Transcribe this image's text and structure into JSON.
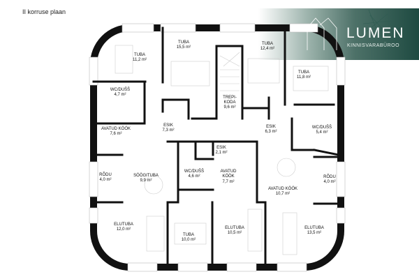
{
  "title": "II korruse plaan",
  "logo": {
    "name": "LUMEN",
    "subtitle": "KINNISVARABÜROO"
  },
  "colors": {
    "banner": "#1e4a41",
    "walls": "#111111"
  },
  "rooms": [
    {
      "name": "TUBA",
      "area": "11,2 m²"
    },
    {
      "name": "TUBA",
      "area": "15,5 m²"
    },
    {
      "name": "TUBA",
      "area": "12,4 m²"
    },
    {
      "name": "TUBA",
      "area": "11,8 m²"
    },
    {
      "name": "WC/DUŠŠ",
      "area": "4,7 m²"
    },
    {
      "name": "TREPI-",
      "name2": "KODA",
      "area": "9,6 m²"
    },
    {
      "name": "ESIK",
      "area": "7,3 m²"
    },
    {
      "name": "ESIK",
      "area": "6,3 m²"
    },
    {
      "name": "WC/DUŠŠ",
      "area": "5,4 m²"
    },
    {
      "name": "AVATUD KÖÖK",
      "area": "7,6 m²"
    },
    {
      "name": "ESIK",
      "area": "2,1 m²"
    },
    {
      "name": "WC/DUŠŠ",
      "area": "4,6 m²"
    },
    {
      "name": "AVATUD",
      "name2": "KÖÖK",
      "area": "7,7 m²"
    },
    {
      "name": "RÕDU",
      "area": "4,0 m²"
    },
    {
      "name": "SÖÖGITUBA",
      "area": "9,9 m²"
    },
    {
      "name": "RÕDU",
      "area": "4,0 m²"
    },
    {
      "name": "AVATUD KÖÖK",
      "area": "10,7 m²"
    },
    {
      "name": "ELUTUBA",
      "area": "12,0 m²"
    },
    {
      "name": "TUBA",
      "area": "10,0 m²"
    },
    {
      "name": "ELUTUBA",
      "area": "10,5 m²"
    },
    {
      "name": "ELUTUBA",
      "area": "13,5 m²"
    }
  ]
}
